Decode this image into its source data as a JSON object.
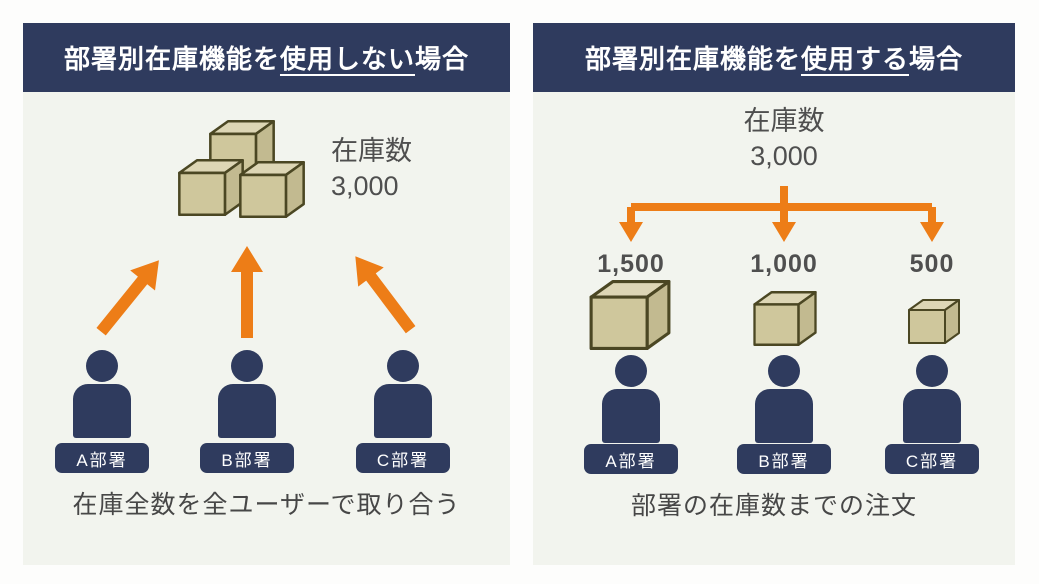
{
  "colors": {
    "navy": "#2f3b5e",
    "orange": "#ed7d17",
    "panel_bg": "#f2f4ee",
    "page_bg": "#fdfdfc",
    "box_front": "#cfc79c",
    "box_top": "#ddd6b5",
    "box_side": "#c2ba90",
    "box_outline": "#4b4723",
    "text_dark": "#4f4f4f",
    "caption_color": "#474747",
    "white": "#ffffff"
  },
  "left": {
    "title": {
      "prefix": "部署別在庫機能を",
      "underlined": "使用しない",
      "suffix": "場合"
    },
    "stock": {
      "label": "在庫数",
      "value": "3,000"
    },
    "departments": [
      "A部署",
      "B部署",
      "C部署"
    ],
    "caption": "在庫全数を全ユーザーで取り合う"
  },
  "right": {
    "title": {
      "prefix": "部署別在庫機能を",
      "underlined": "使用する",
      "suffix": "場合"
    },
    "stock": {
      "label": "在庫数",
      "value": "3,000"
    },
    "allocations": [
      "1,500",
      "1,000",
      "500"
    ],
    "departments": [
      "A部署",
      "B部署",
      "C部署"
    ],
    "caption": "部署の在庫数までの注文"
  }
}
